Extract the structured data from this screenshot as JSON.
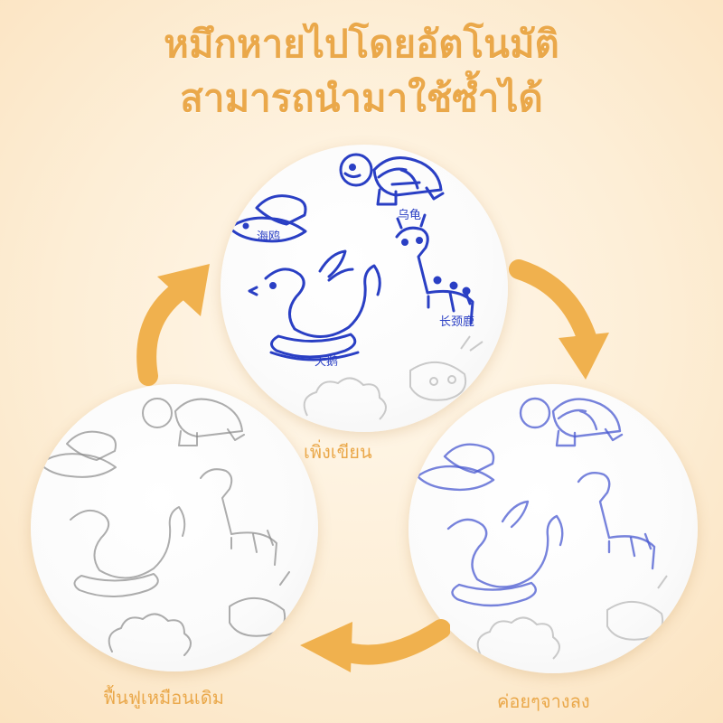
{
  "headline": {
    "line1": "หมึกหายไปโดยอัตโนมัติ",
    "line2": "สามารถนำมาใช้ซ้ำได้"
  },
  "stages": [
    {
      "id": "top",
      "caption": "เพิ่งเขียน",
      "ink_color": "#2a3fc4",
      "ink_opacity": 1.0,
      "labels": {
        "bird": "海鸥",
        "turtle": "乌龟",
        "swan": "天鹅",
        "giraffe": "长颈鹿"
      }
    },
    {
      "id": "right",
      "caption": "ค่อยๆจางลง",
      "ink_color": "#4a5ad0",
      "ink_opacity": 0.75
    },
    {
      "id": "left",
      "caption": "ฟื้นฟูเหมือนเดิม",
      "ink_color": "#8a8a8a",
      "ink_opacity": 0.7
    }
  ],
  "colors": {
    "accent": "#eaa84a",
    "arrow": "#f0b14e",
    "outline_gray": "#c9c9c9"
  },
  "icons": {
    "cycle_arrows": [
      "arrow-right-down-icon",
      "arrow-down-left-icon",
      "arrow-up-icon"
    ]
  }
}
